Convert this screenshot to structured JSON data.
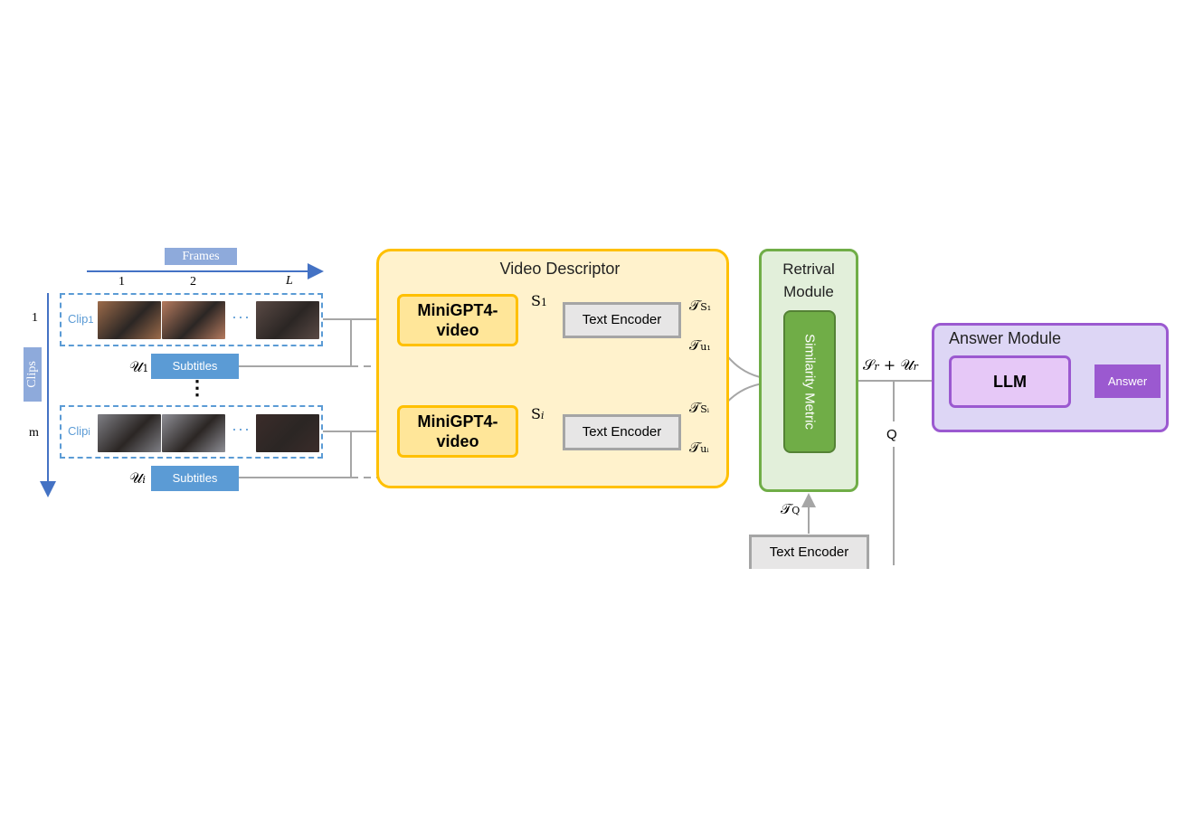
{
  "frames": {
    "label": "Frames",
    "idx1": "1",
    "idx2": "2",
    "idxL": "L"
  },
  "clips": {
    "label": "Clips",
    "row1": "1",
    "rowm": "m",
    "vdots": "⋮"
  },
  "clip1": {
    "label": "Clip",
    "sub": "1",
    "dots": "···",
    "thumb_colors": [
      "#9c6b4a",
      "#b57a5e",
      "#7a6f68",
      "#5a4a45"
    ]
  },
  "clip2": {
    "label": "Clip",
    "sub": "i",
    "dots": "···",
    "thumb_colors": [
      "#7f7f85",
      "#8e8e95",
      "#6d6a70",
      "#3b2c2a"
    ]
  },
  "subs1": {
    "symbol": "𝒰",
    "sub": "1",
    "label": "Subtitles"
  },
  "subs2": {
    "symbol": "𝒰",
    "sub": "i",
    "label": "Subtitles"
  },
  "video_descriptor": {
    "title": "Video Descriptor",
    "minigpt_line1": "MiniGPT4-",
    "minigpt_line2": "video",
    "text_encoder": "Text Encoder",
    "s1": "S",
    "s1_sub": "1",
    "si": "S",
    "si_sub": "i",
    "ts1": "𝒯",
    "ts1_sub": "S₁",
    "tu1": "𝒯",
    "tu1_sub": "u₁",
    "tsi": "𝒯",
    "tsi_sub": "Sᵢ",
    "tui": "𝒯",
    "tui_sub": "uᵢ"
  },
  "retrieval": {
    "title_line1": "Retrival",
    "title_line2": "Module",
    "similarity": "Similarity Metric",
    "tq": "𝒯",
    "tq_sub": "Q",
    "text_encoder": "Text Encoder"
  },
  "output_expr": {
    "s": "𝒮",
    "s_sub": "r",
    "plus": "+",
    "u": "𝒰",
    "u_sub": "r",
    "q": "Q"
  },
  "answer_module": {
    "title": "Answer Module",
    "llm": "LLM",
    "answer": "Answer"
  },
  "colors": {
    "blue_accent": "#4472c4",
    "light_blue": "#5b9bd5",
    "yellow_panel": "#fff2cc",
    "yellow_border": "#ffc000",
    "green_panel": "#e2efda",
    "green_border": "#70ad47",
    "purple_panel": "#ddd6f5",
    "purple_border": "#9b59d0",
    "wire": "#a6a6a6"
  }
}
